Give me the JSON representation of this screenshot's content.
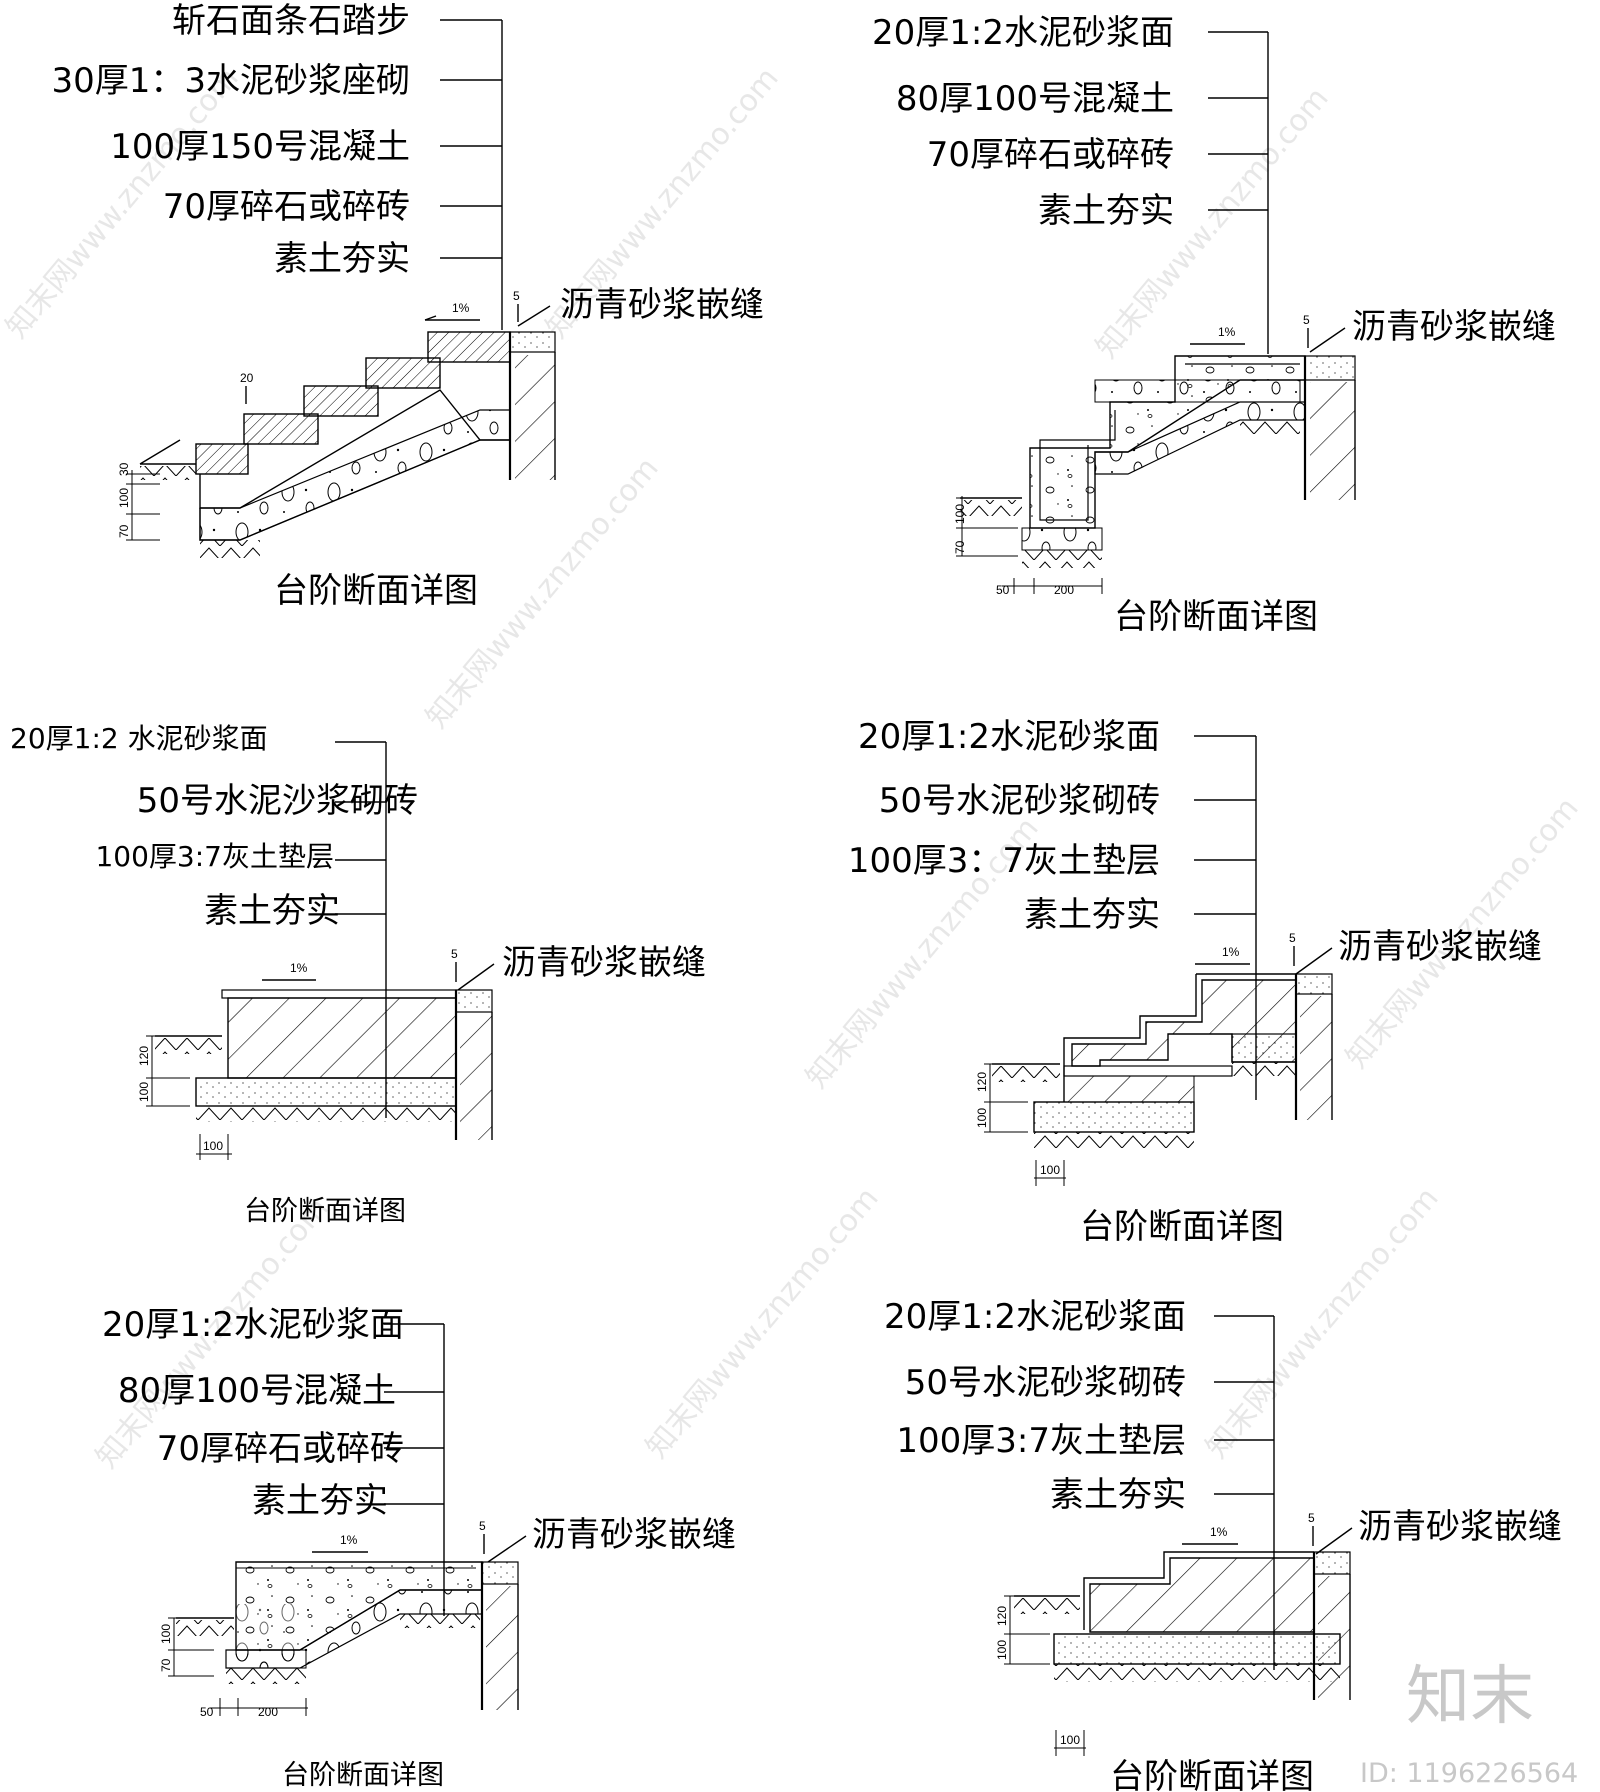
{
  "panels": [
    {
      "id": "p1",
      "layers": [
        "斩石面条石踏步",
        "30厚1：3水泥砂浆座砌",
        "100厚150号混凝土",
        "70厚碎石或碎砖",
        "素土夯实"
      ],
      "joint_label": "沥青砂浆嵌缝",
      "title": "台阶断面详图",
      "slope": "1%",
      "dims": [
        "5",
        "20",
        "30",
        "100",
        "70"
      ]
    },
    {
      "id": "p2",
      "layers": [
        "20厚1:2水泥砂浆面",
        "80厚100号混凝土",
        "70厚碎石或碎砖",
        "素土夯实"
      ],
      "joint_label": "沥青砂浆嵌缝",
      "title": "台阶断面详图",
      "slope": "1%",
      "dims": [
        "5",
        "100",
        "70",
        "50",
        "200"
      ]
    },
    {
      "id": "p3",
      "layers": [
        "20厚1:2  水泥砂浆面",
        "50号水泥沙浆砌砖",
        "100厚3:7灰土垫层",
        "素土夯实"
      ],
      "joint_label": "沥青砂浆嵌缝",
      "title": "台阶断面详图",
      "slope": "1%",
      "dims": [
        "5",
        "120",
        "100",
        "100"
      ]
    },
    {
      "id": "p4",
      "layers": [
        "20厚1:2水泥砂浆面",
        "50号水泥砂浆砌砖",
        "100厚3：7灰土垫层",
        "素土夯实"
      ],
      "joint_label": "沥青砂浆嵌缝",
      "title": "台阶断面详图",
      "slope": "1%",
      "dims": [
        "5",
        "120",
        "100",
        "100"
      ]
    },
    {
      "id": "p5",
      "layers": [
        "20厚1:2水泥砂浆面",
        "80厚100号混凝土",
        "70厚碎石或碎砖",
        "素土夯实"
      ],
      "joint_label": "沥青砂浆嵌缝",
      "title": "台阶断面详图",
      "slope": "1%",
      "dims": [
        "5",
        "100",
        "70",
        "50",
        "200"
      ]
    },
    {
      "id": "p6",
      "layers": [
        "20厚1:2水泥砂浆面",
        "50号水泥砂浆砌砖",
        "100厚3:7灰土垫层",
        "素土夯实"
      ],
      "joint_label": "沥青砂浆嵌缝",
      "title": "台阶断面详图",
      "slope": "1%",
      "dims": [
        "5",
        "120",
        "100",
        "100"
      ]
    }
  ],
  "watermark": "知末网www.znzmo.com",
  "logo": "知末",
  "id_label": "ID: 1196226564"
}
